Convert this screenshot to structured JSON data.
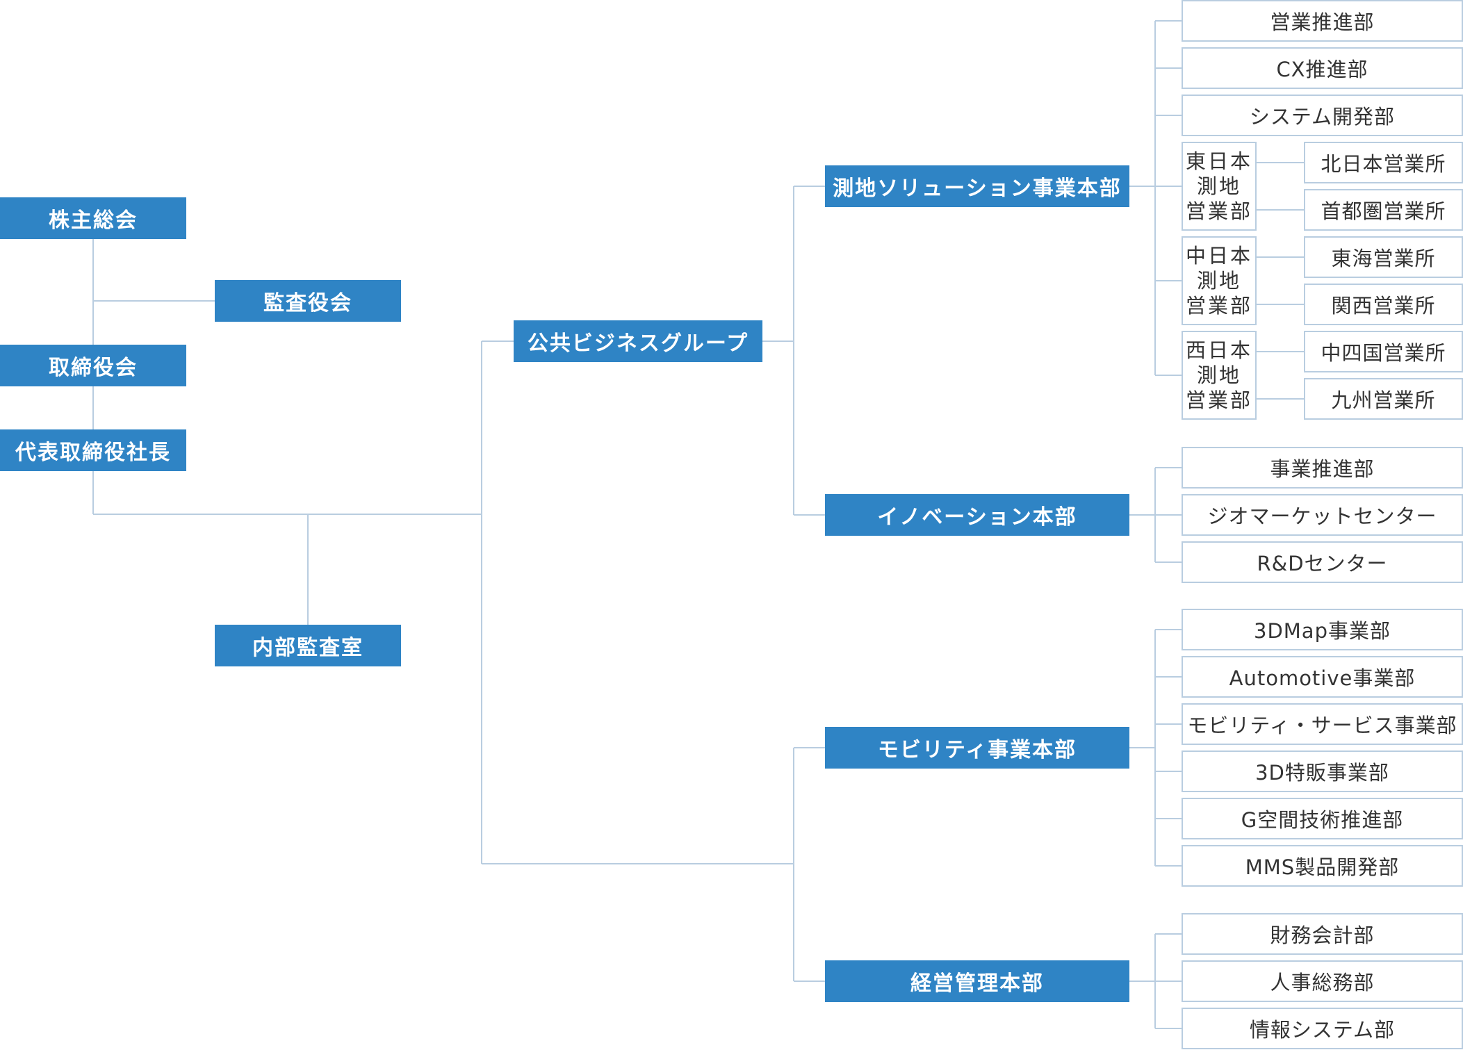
{
  "colors": {
    "accent": "#2f84c5",
    "line": "#b9cde0",
    "text": "#333333"
  },
  "nodes": {
    "kabunushi": "株主総会",
    "kansayakukai": "監査役会",
    "torishimariyakukai": "取締役会",
    "shacho": "代表取締役社長",
    "naibu_kansa": "内部監査室",
    "koukyou_group": "公共ビジネスグループ",
    "sokuchi_honbu": "測地ソリューション事業本部",
    "innovation_honbu": "イノベーション本部",
    "mobility_honbu": "モビリティ事業本部",
    "keiei_honbu": "経営管理本部",
    "eigyo_suishin": "営業推進部",
    "cx_suishin": "CX推進部",
    "system_kaihatsu": "システム開発部",
    "higashi_nihon": "東日本\n測地\n営業部",
    "naka_nihon": "中日本\n測地\n営業部",
    "nishi_nihon": "西日本\n測地\n営業部",
    "kita_nihon_office": "北日本営業所",
    "shutoken_office": "首都圏営業所",
    "tokai_office": "東海営業所",
    "kansai_office": "関西営業所",
    "chushikoku_office": "中四国営業所",
    "kyushu_office": "九州営業所",
    "jigyo_suishin": "事業推進部",
    "geo_market": "ジオマーケットセンター",
    "rd_center": "R&Dセンター",
    "map3d": "3DMap事業部",
    "automotive": "Automotive事業部",
    "mobility_service": "モビリティ・サービス事業部",
    "tokuhan3d": "3D特販事業部",
    "g_kukan": "G空間技術推進部",
    "mms_seihin": "MMS製品開発部",
    "zaimu": "財務会計部",
    "jinji": "人事総務部",
    "joho_system": "情報システム部"
  }
}
